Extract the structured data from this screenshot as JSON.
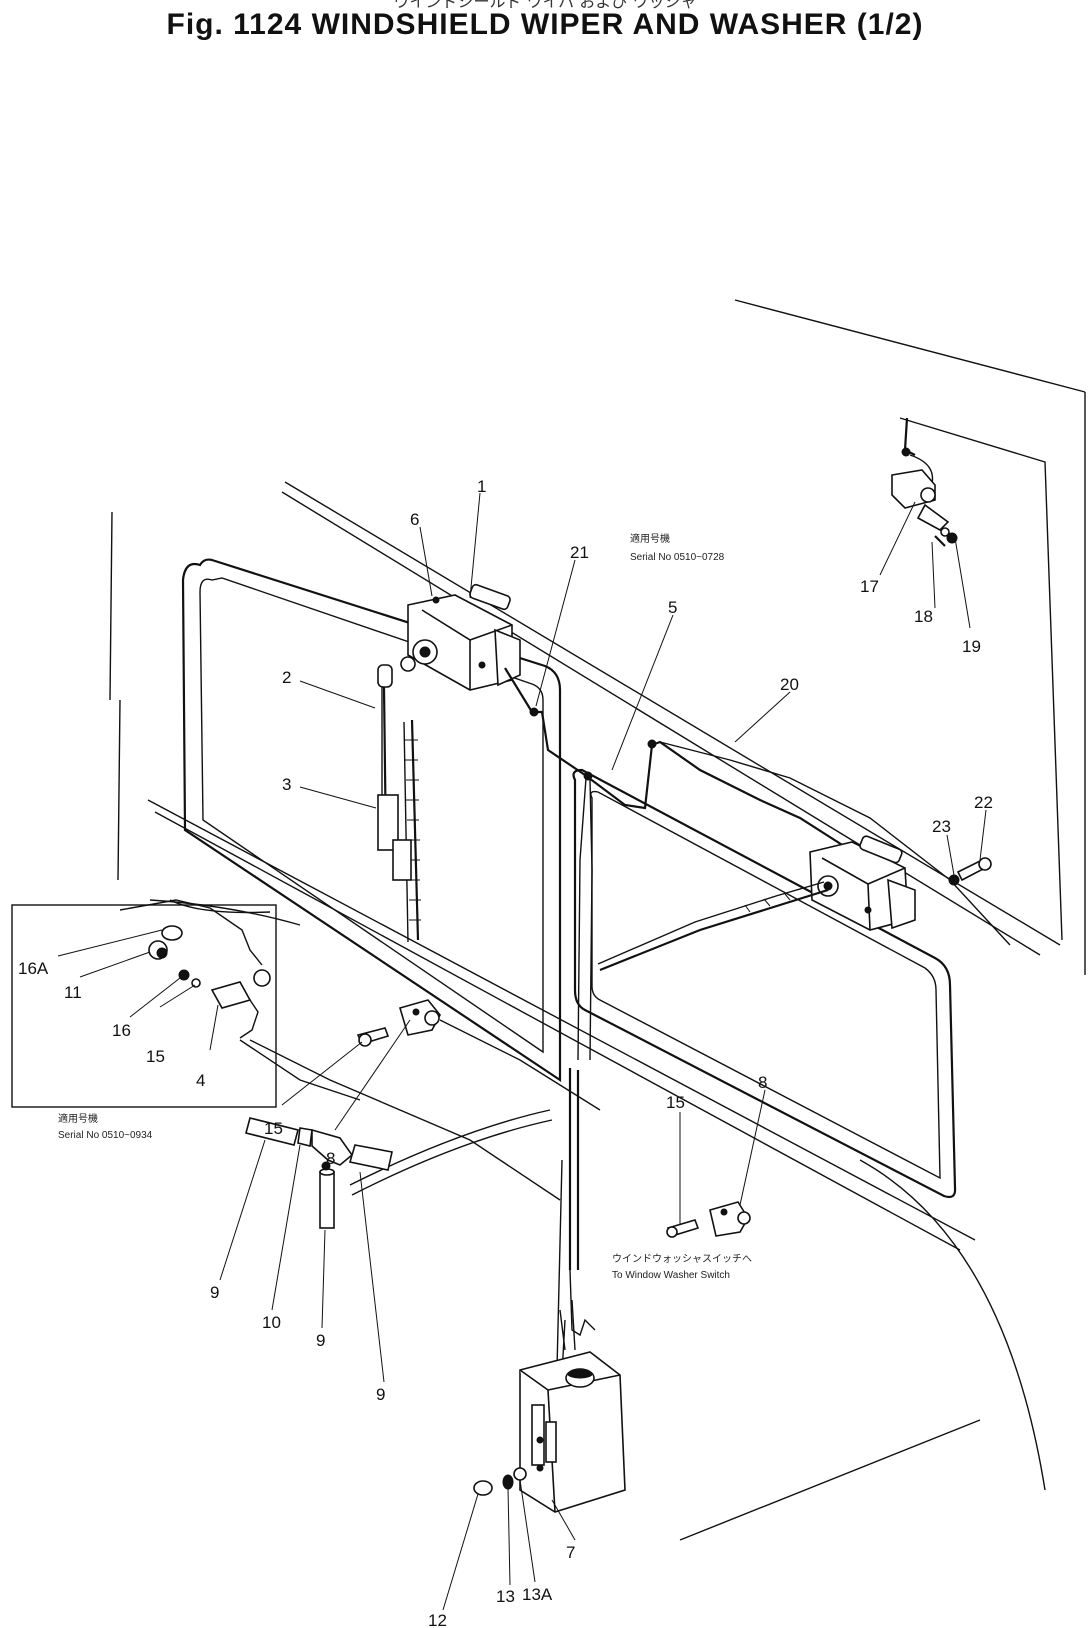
{
  "title": {
    "japanese": "ウインドシールド ワイパ および ワッシャ",
    "main": "Fig. 1124   WINDSHIELD WIPER AND WASHER (1/2)"
  },
  "notes": {
    "serial_top_jp": "適用号機",
    "serial_top": "Serial No 0510~0728",
    "serial_inset_jp": "適用号機",
    "serial_inset": "Serial No 0510~0934",
    "washer_switch_jp": "ウインドウォッシャスイッチへ",
    "washer_switch": "To Window Washer Switch"
  },
  "callouts": [
    "1",
    "6",
    "21",
    "5",
    "20",
    "2",
    "3",
    "17",
    "18",
    "19",
    "22",
    "23",
    "16A",
    "11",
    "16",
    "15",
    "4",
    "15",
    "8",
    "15",
    "8",
    "9",
    "10",
    "9",
    "9",
    "7",
    "12",
    "13",
    "13A"
  ]
}
